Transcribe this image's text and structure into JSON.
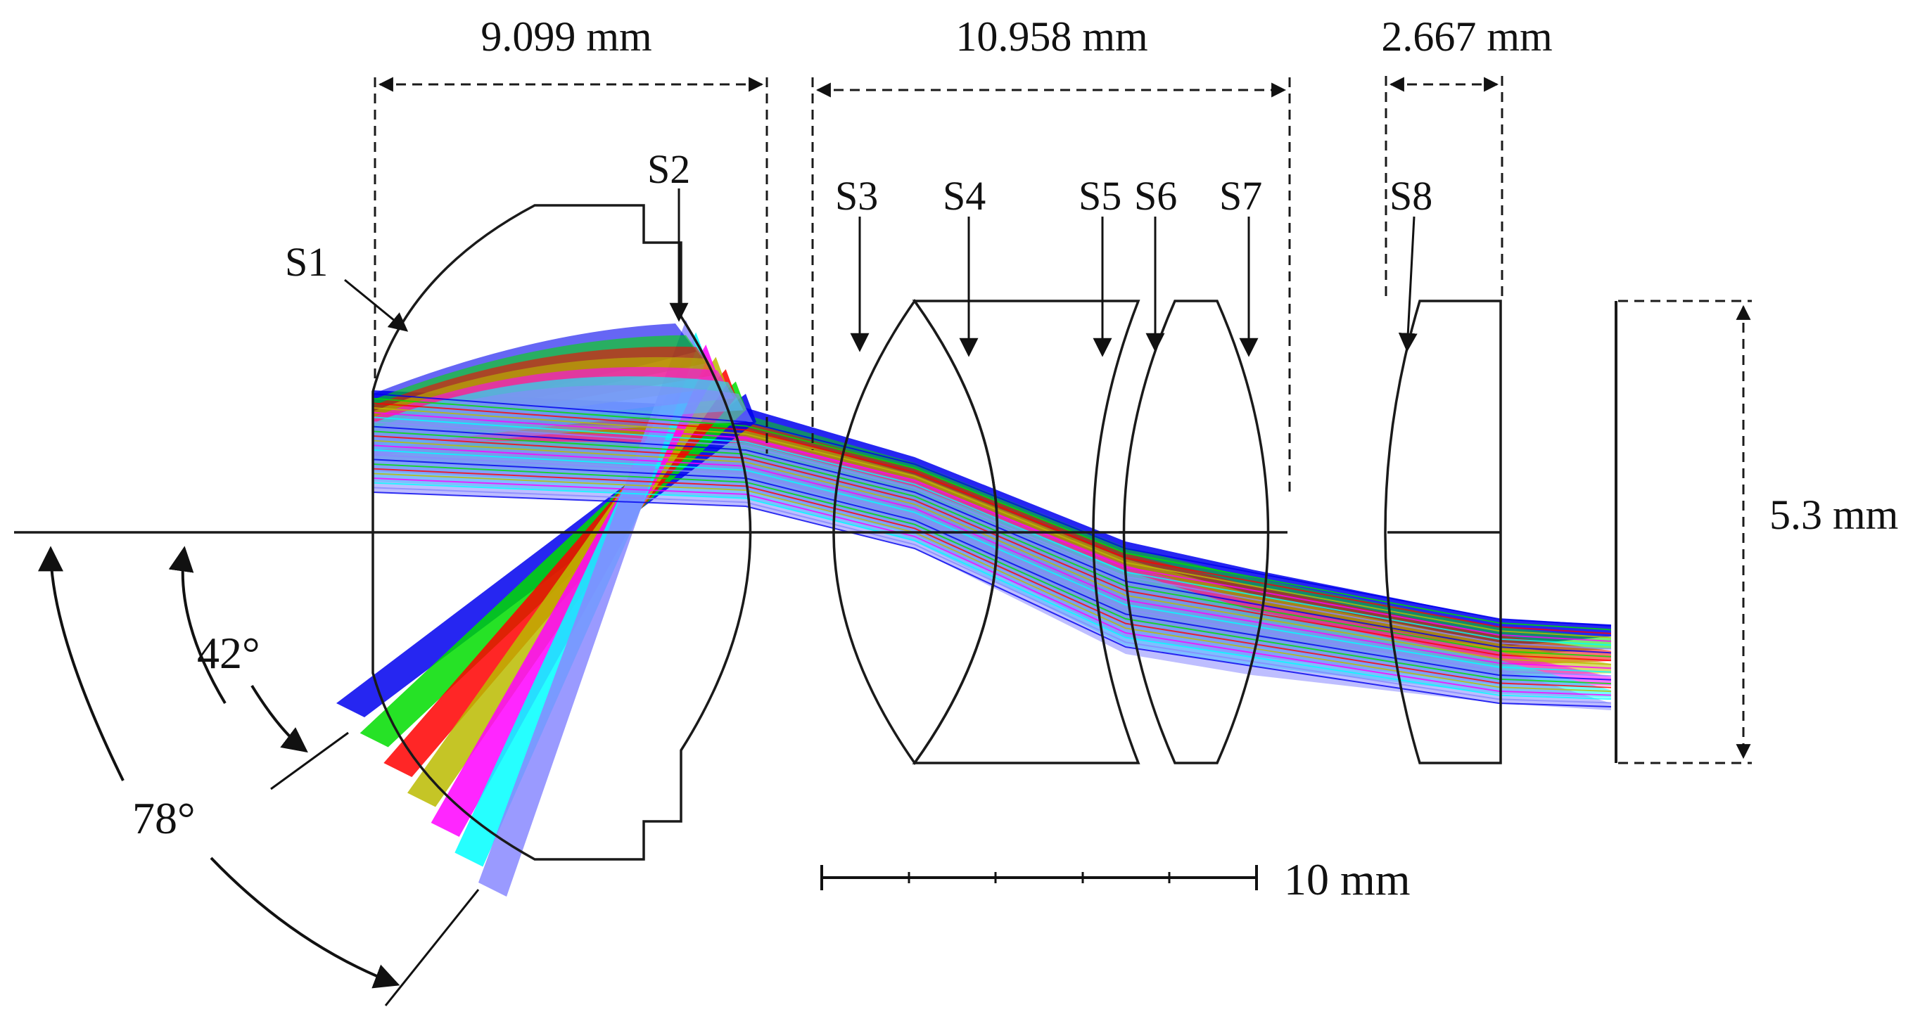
{
  "dimensions": {
    "group1": "9.099 mm",
    "group2": "10.958 mm",
    "group3": "2.667 mm",
    "image_height": "5.3 mm",
    "scale_bar": "10 mm"
  },
  "surfaces": [
    "S1",
    "S2",
    "S3",
    "S4",
    "S5",
    "S6",
    "S7",
    "S8"
  ],
  "angles": {
    "inner": "42°",
    "outer": "78°"
  },
  "colors": {
    "ray_palette": [
      "#0000ee",
      "#00dd00",
      "#ff0000",
      "#bbbb00",
      "#ff00ff",
      "#00ffff",
      "#8888ff"
    ],
    "line": "#1a1a1a"
  }
}
